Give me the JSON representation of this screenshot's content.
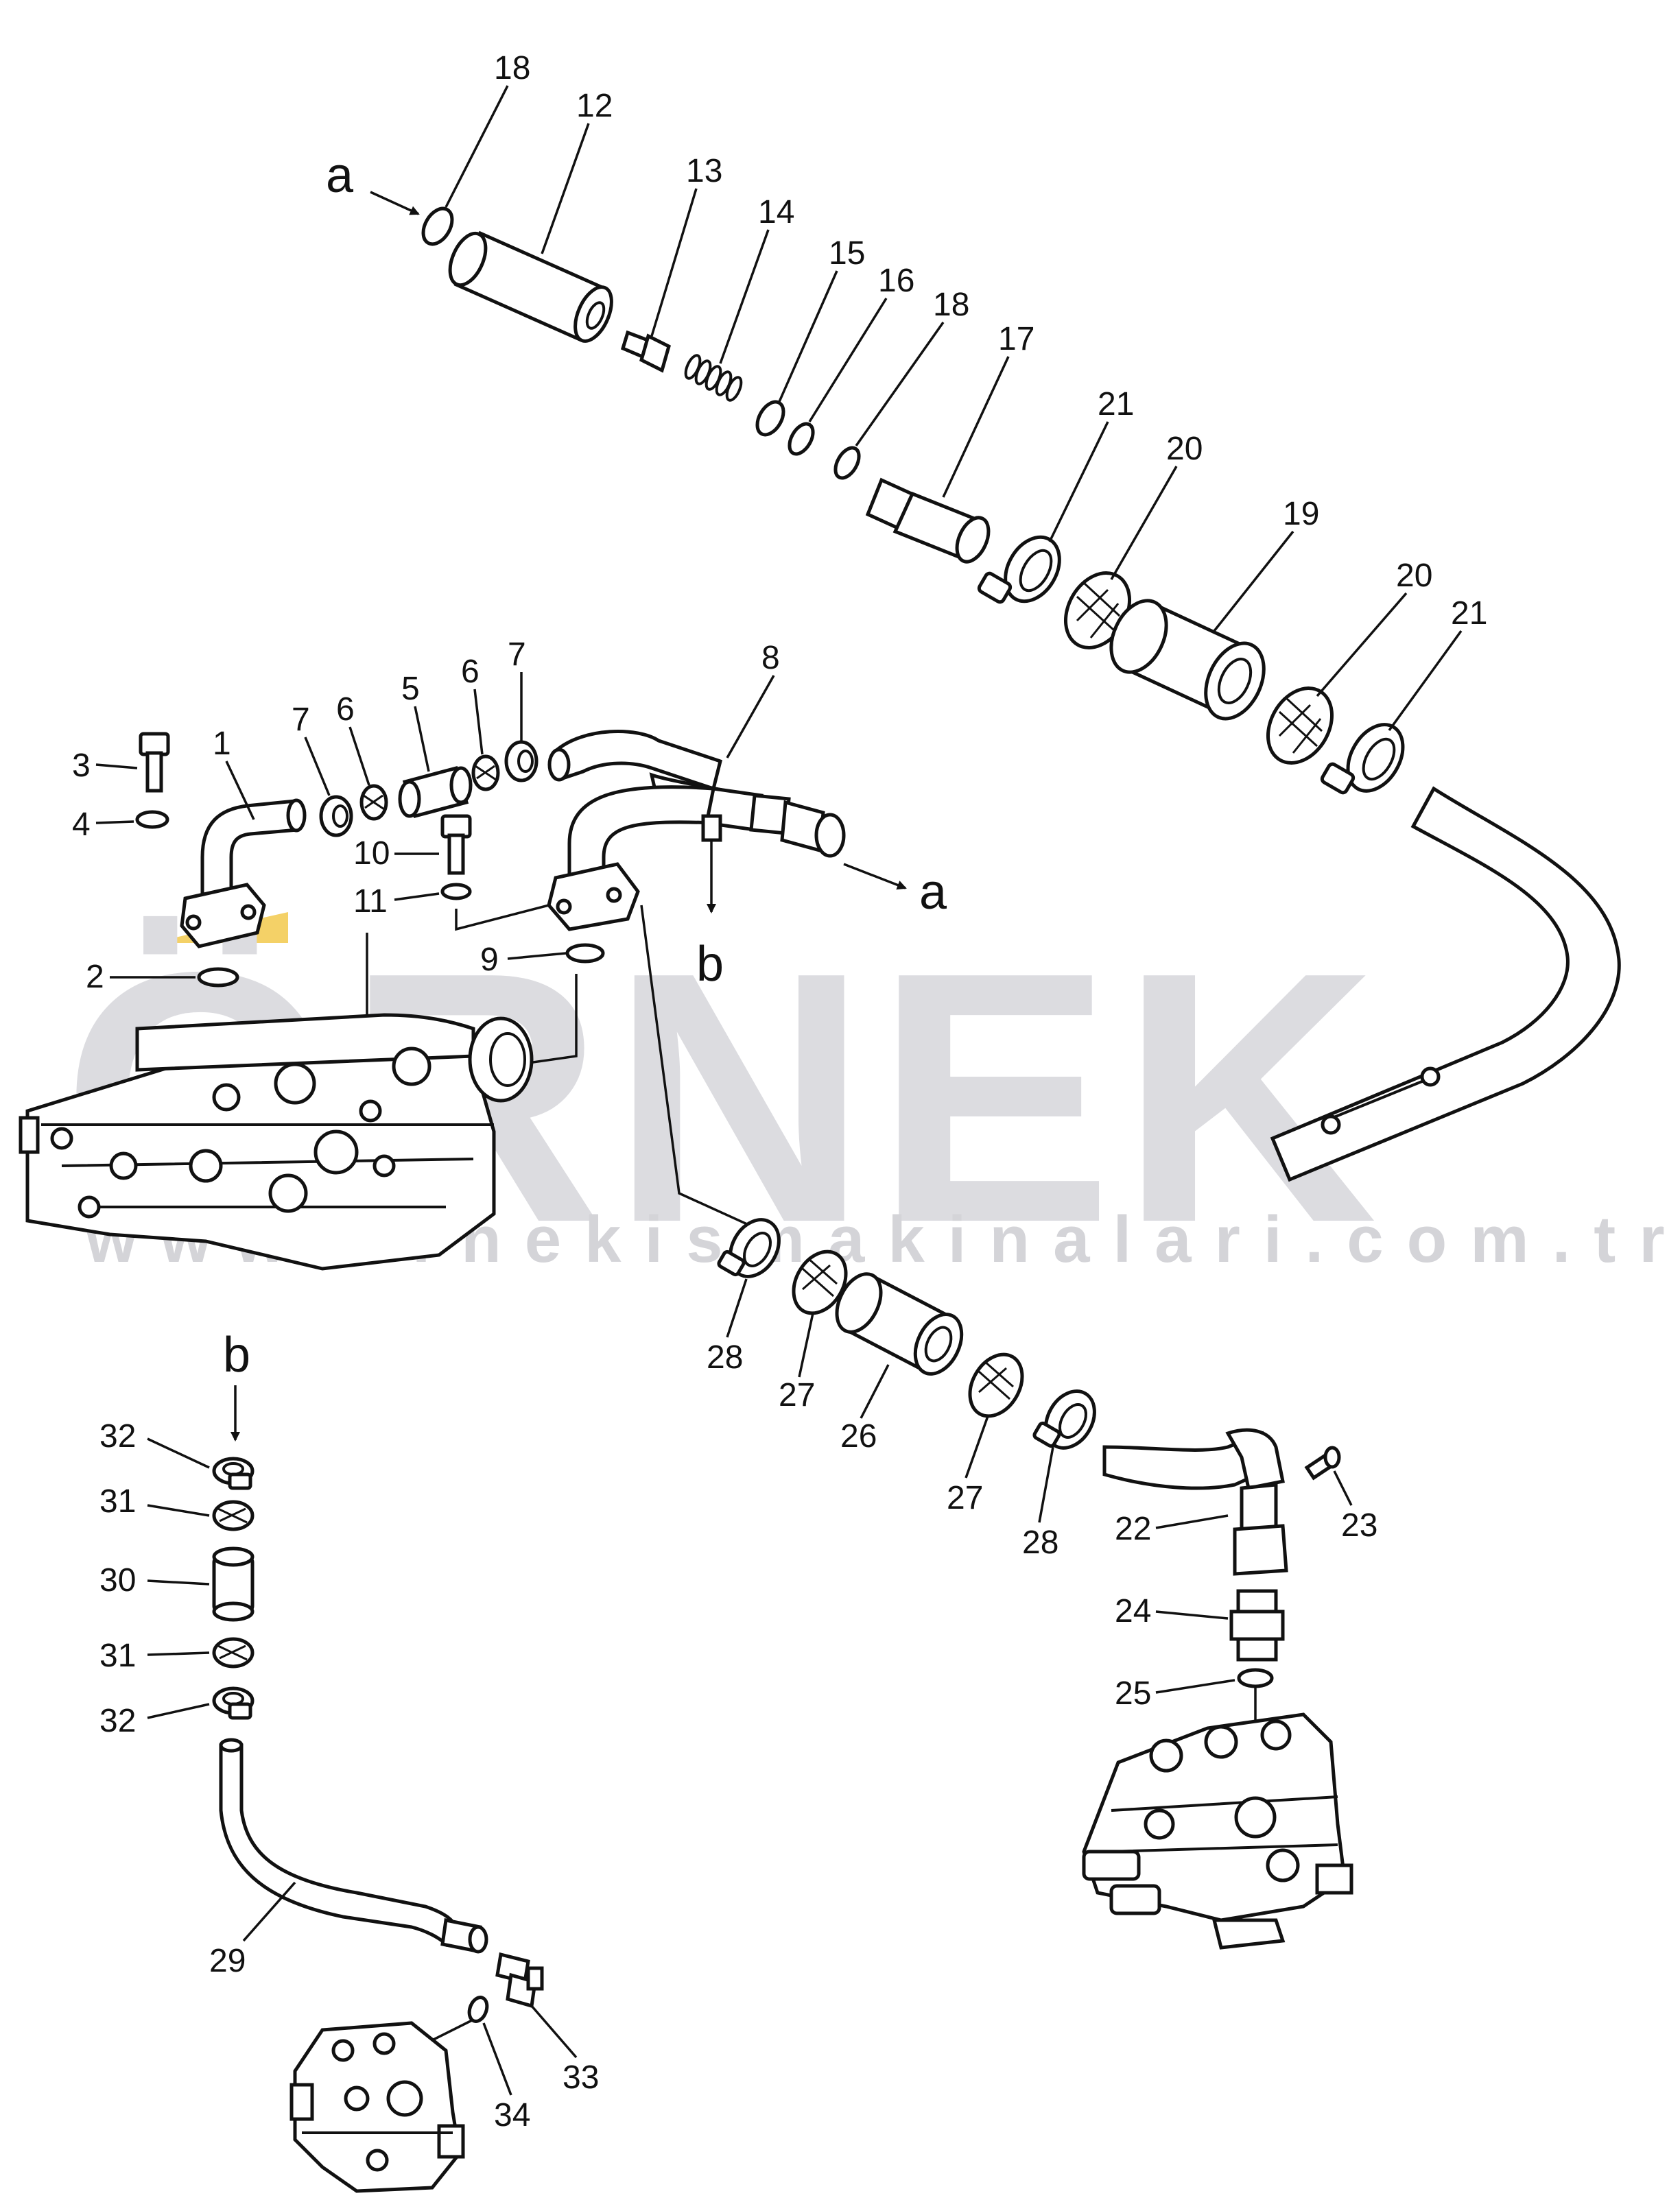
{
  "watermark": {
    "brand": "ÖRNEK",
    "url": "www.ornekismakinalari.com.tr",
    "color": "#dcdce0",
    "accent": "#f2c94c"
  },
  "flow_markers": {
    "a_in": "a",
    "a_out": "a",
    "b_top": "b",
    "b_bottom": "b"
  },
  "callouts": [
    "18",
    "12",
    "13",
    "14",
    "15",
    "16",
    "18",
    "17",
    "21",
    "20",
    "19",
    "20",
    "21",
    "3",
    "1",
    "7",
    "6",
    "5",
    "6",
    "7",
    "8",
    "4",
    "10",
    "11",
    "2",
    "9",
    "28",
    "27",
    "26",
    "27",
    "28",
    "22",
    "23",
    "24",
    "25",
    "32",
    "31",
    "30",
    "31",
    "32",
    "29",
    "33",
    "34"
  ],
  "icons": [
    "arrow-icon",
    "hose-icon",
    "clamp-icon",
    "valve-block-icon",
    "o-ring-icon"
  ]
}
